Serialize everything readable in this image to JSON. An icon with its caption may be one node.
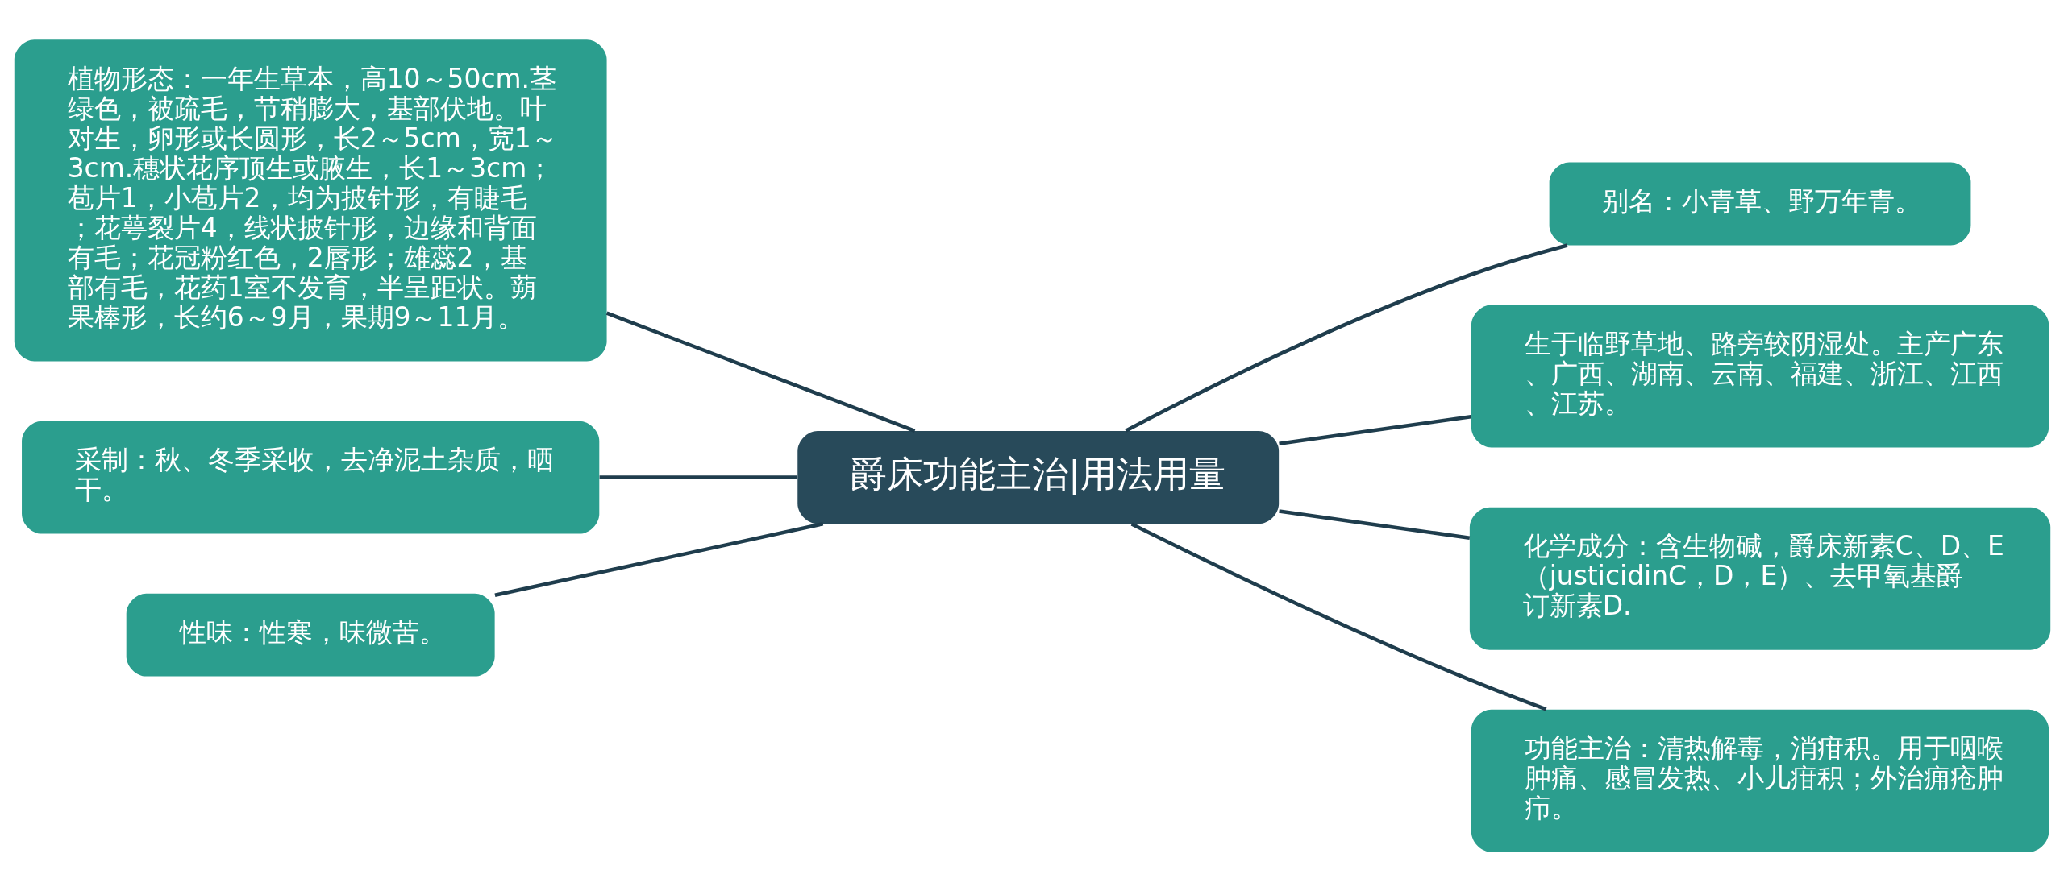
{
  "diagram": {
    "nodes": [
      {
        "text": [
          "爵床功能主治|用法用量"
        ]
      },
      {
        "text": [
          "植物形态：一年生草本，高10～50cm.茎绿色，被疏毛，节稍膨大，基部伏地。叶对生，卵形或长圆形，长2～5cm，宽1～3cm.穗状花序顶生或腋生，长1～3cm；苞片1，小苞片2，均为披针形，有睫毛；花萼裂片4，线状披针形，边缘和背面有毛；花冠粉红色，2唇形；雄蕊2，基部有毛，花药1室不发育，半呈距状。蒴果棒形，长约6～9月，果期9～11月。"
        ]
      },
      {
        "text": [
          "采制：秋、冬季采收，去净泥土杂质，晒干。"
        ]
      },
      {
        "text": [
          "性味：性寒，味微苦。"
        ]
      },
      {
        "text": [
          "别名：小青草、野万年青。"
        ]
      },
      {
        "text": [
          "生于临野草地、路旁较阴湿处。主产广东、广西、湖南、云南、福建、浙江、江西、江苏。"
        ]
      },
      {
        "text": [
          "化学成分：含生物碱，爵床新素C、D、E（justicidinC，D，E）、去甲氧基爵订新素D."
        ]
      },
      {
        "text": [
          "功能主治：清热解毒，消疳积。用于咽喉肿痛、感冒发热、小儿疳积；外治痈疮肿疖。"
        ]
      }
    ],
    "edges": [
      {
        "from": 0,
        "to": 1,
        "arrow": "none"
      },
      {
        "from": 0,
        "to": 2,
        "arrow": "none"
      },
      {
        "from": 0,
        "to": 3,
        "arrow": "none"
      },
      {
        "from": 0,
        "to": 4,
        "arrow": "none"
      },
      {
        "from": 0,
        "to": 5,
        "arrow": "none"
      },
      {
        "from": 0,
        "to": 6,
        "arrow": "none"
      },
      {
        "from": 0,
        "to": 7,
        "arrow": "none"
      }
    ]
  }
}
